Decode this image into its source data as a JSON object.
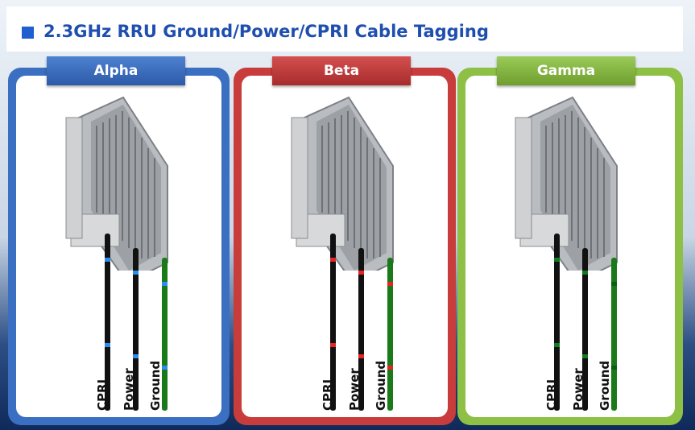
{
  "title": "2.3GHz RRU Ground/Power/CPRI Cable Tagging",
  "sectors": [
    {
      "name": "Alpha",
      "color": "#3a6fc1",
      "tag_color": "#2b8ff2"
    },
    {
      "name": "Beta",
      "color": "#c83c3c",
      "tag_color": "#e52525"
    },
    {
      "name": "Gamma",
      "color": "#8dc045",
      "tag_color": "#0f7d1f"
    }
  ],
  "cable_labels": {
    "cpri": "CPRI",
    "power": "Power",
    "ground": "Ground"
  },
  "cable_colors": {
    "cpri": "#111111",
    "power": "#111111",
    "ground": "#1a7a1a"
  }
}
